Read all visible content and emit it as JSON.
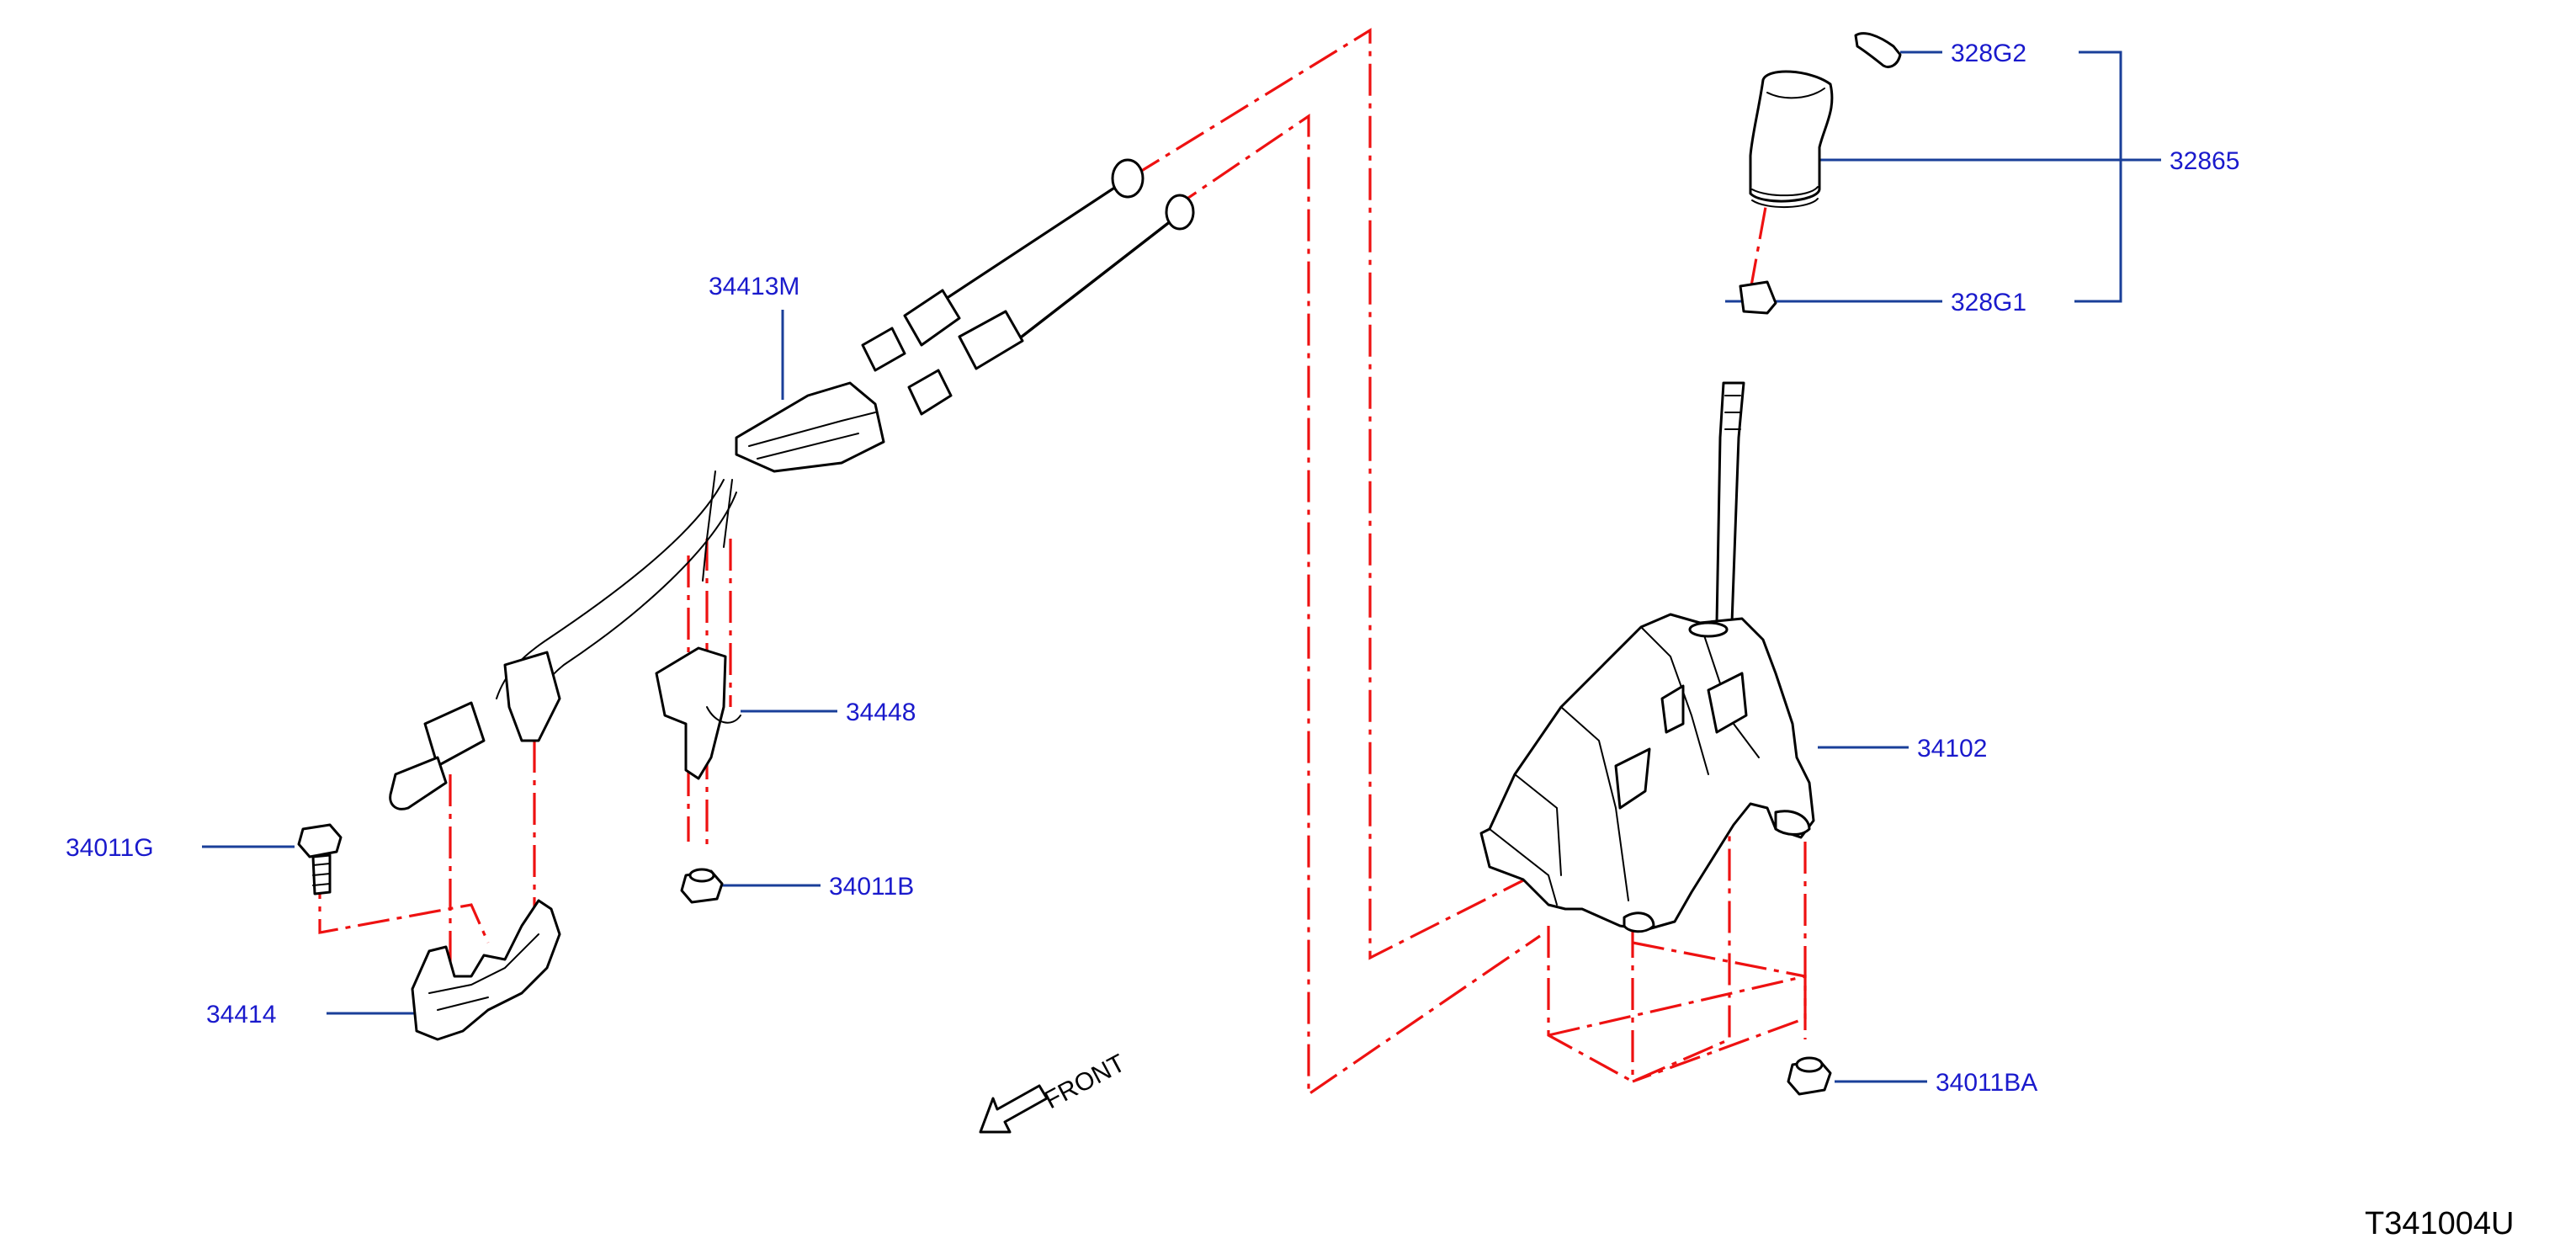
{
  "diagram": {
    "figure_code": "T341004U",
    "front_indicator": "FRONT",
    "parts": [
      {
        "id": "328G2",
        "label": "328G2"
      },
      {
        "id": "32865",
        "label": "32865"
      },
      {
        "id": "328G1",
        "label": "328G1"
      },
      {
        "id": "34413M",
        "label": "34413M"
      },
      {
        "id": "34448",
        "label": "34448"
      },
      {
        "id": "34011B",
        "label": "34011B"
      },
      {
        "id": "34011G",
        "label": "34011G"
      },
      {
        "id": "34414",
        "label": "34414"
      },
      {
        "id": "34102",
        "label": "34102"
      },
      {
        "id": "34011BA",
        "label": "34011BA"
      }
    ]
  },
  "colors": {
    "label_text": "#1a1acc",
    "leader_line": "#1a3f99",
    "center_line": "#ee1111",
    "part_outline": "#000000"
  }
}
